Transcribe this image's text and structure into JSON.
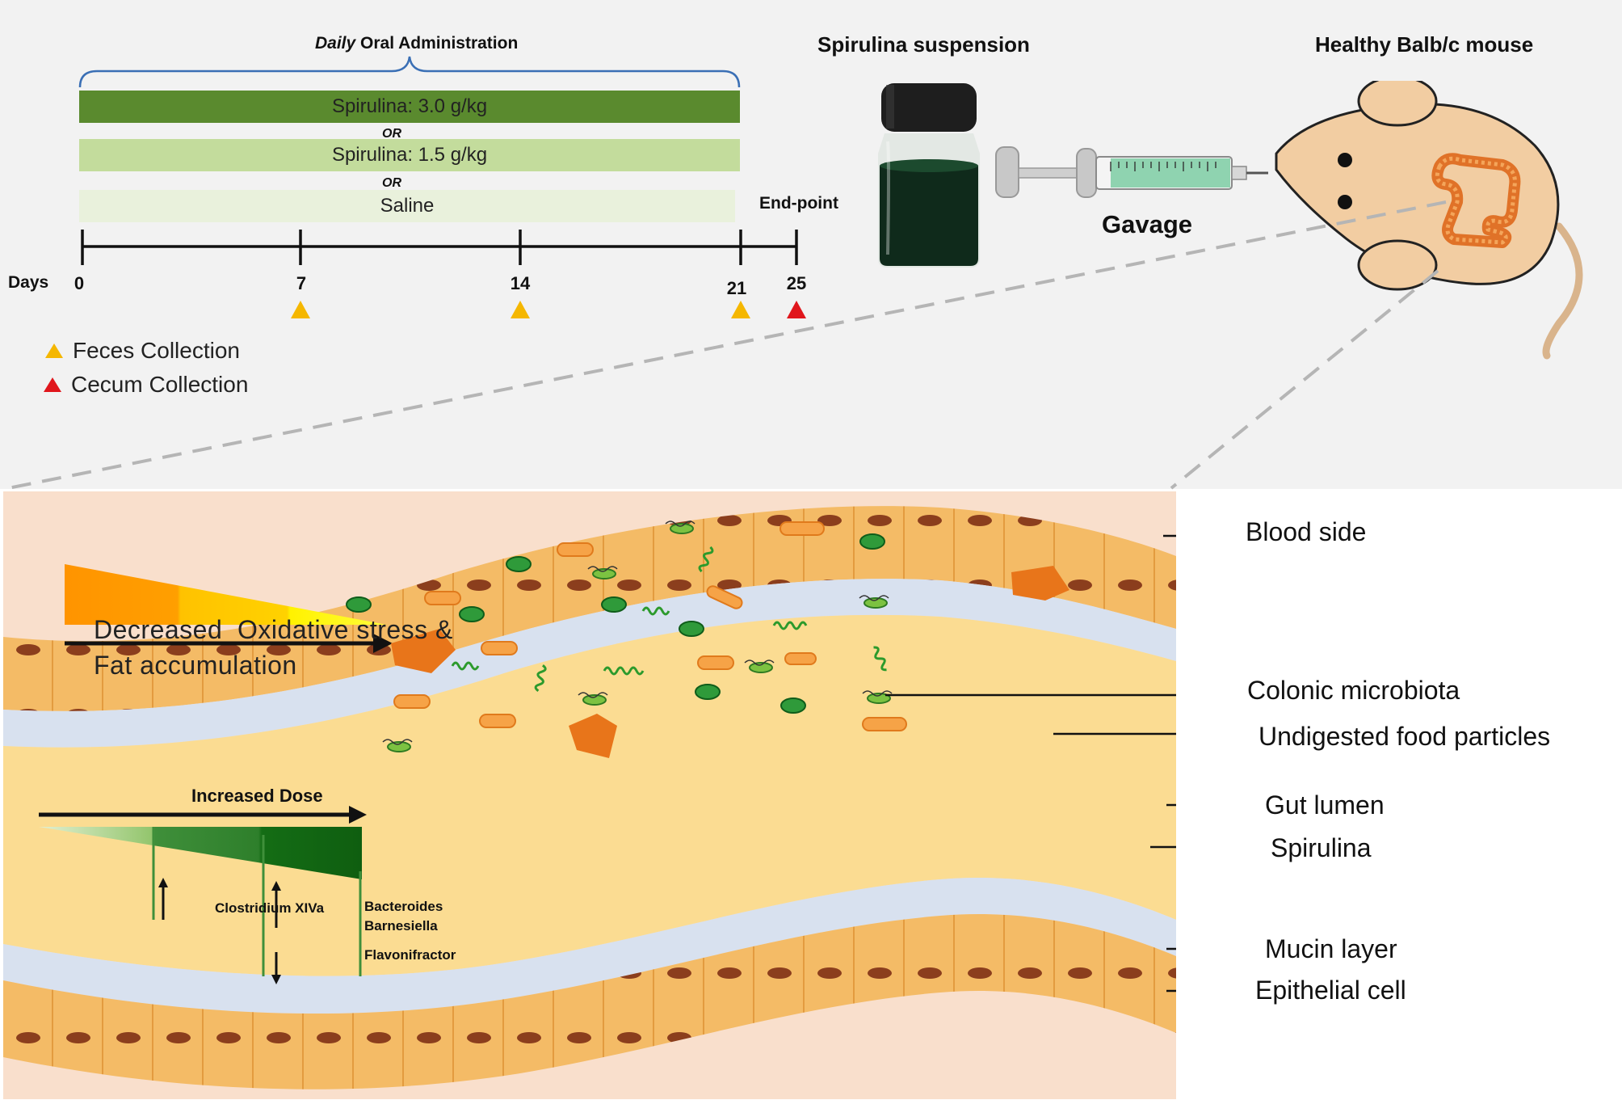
{
  "top": {
    "daily_admin": {
      "italic": "Daily",
      "rest": " Oral Administration"
    },
    "bars": {
      "high": "Spirulina: 3.0 g/kg",
      "low": "Spirulina: 1.5 g/kg",
      "saline": "Saline",
      "or1": "OR",
      "or2": "OR"
    },
    "end_point": "End-point",
    "days_label": "Days",
    "days": [
      "0",
      "7",
      "14",
      "21",
      "25"
    ],
    "legend": {
      "feces": "Feces Collection",
      "cecum": "Cecum Collection"
    },
    "suspension_title": "Spirulina suspension",
    "gavage": "Gavage",
    "mouse_title": "Healthy Balb/c mouse"
  },
  "bottom": {
    "oxidative_line1": "Decreased  Oxidative stress &",
    "oxidative_line2": "Fat accumulation",
    "increased_dose": "Increased Dose",
    "clostridium": "Clostridium XIVa",
    "bacteroides": "Bacteroides",
    "barnesiella": "Barnesiella",
    "flavonifractor": "Flavonifractor",
    "labels": {
      "blood_side": "Blood side",
      "colonic_microbiota": "Colonic microbiota",
      "undigested_food": "Undigested food particles",
      "gut_lumen": "Gut lumen",
      "spirulina": "Spirulina",
      "mucin_layer": "Mucin layer",
      "epithelial_cell": "Epithelial cell"
    }
  },
  "colors": {
    "dark_green": "#5a8a2e",
    "light_green": "#c3dc9c",
    "pale_green": "#e9f1dc",
    "feces_marker": "#f5b700",
    "cecum_marker": "#e0161c",
    "tissue_bg": "#f9dfcc",
    "lumen": "#fbdc92",
    "mucin": "#d8e1ef",
    "cell": "#f4bb66"
  }
}
